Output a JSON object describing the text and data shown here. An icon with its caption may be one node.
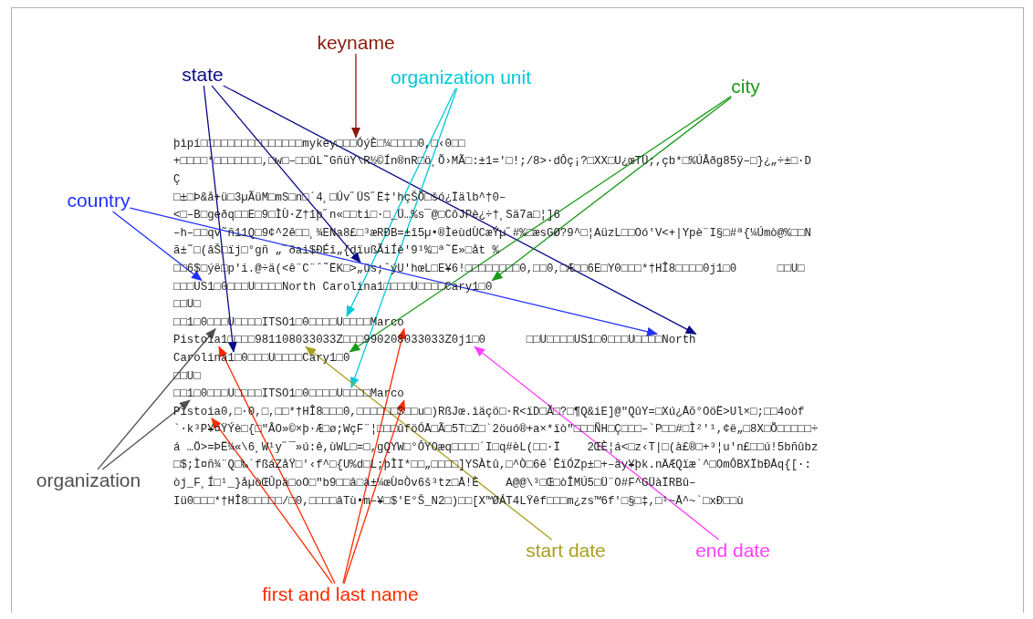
{
  "diagram": {
    "nodes": [
      {
        "text": [
          "keyname"
        ]
      },
      {
        "text": [
          "state"
        ]
      },
      {
        "text": [
          "organization unit"
        ]
      },
      {
        "text": [
          "city"
        ]
      },
      {
        "text": [
          "country"
        ]
      },
      {
        "text": [
          "organization"
        ]
      },
      {
        "text": [
          "start date"
        ]
      },
      {
        "text": [
          "end date"
        ]
      },
      {
        "text": [
          "first and last name"
        ]
      },
      {
        "text": [
          "þìpí□□□□□□□□□□□□□□□mykey□□□ÓýÈ□¼□□□□0,□‹0□□"
        ]
      },
      {
        "text": [
          "+□□□□*□□□□□□□,□w□–□□ûL˜GñüY\\R½©Ín®nR□ö¸Õ›MÃ□:±1='□!;/8>·dÔç¡?□XX□U¿œTÜ;,çb*□%ÚÂðg85ÿ–□}¿„÷±□·D"
        ]
      },
      {
        "text": [
          "Ç"
        ]
      },
      {
        "text": [
          "□±□Þ&å+ü□3µÃüM□mS□n□´4¸□Úv˝ÜS˝Ë‡'hçŠÕ□šó¿Ïälb^†0–"
        ]
      },
      {
        "text": [
          "<□–B□geðq□□E□9□ÌÙ·Z†1þ˝n«□□ti□·□_Ü…%s¯@□CôJPè¿÷†¸Sä7a□¦]6"
        ]
      },
      {
        "text": [
          "–h–□□qv˜ñ11Q□9¢^2ê□□¸¾ENa8£□³æRÐB=±î5µ•®ÌeùdÙCæÝµ˝#%□æsGØ?9^□¦AüzL□□Oó'V<+|Ypè¨I§□#ª{¼Úmò@%□□N"
        ]
      },
      {
        "text": [
          "ã±˜□(âŠ□ïj□°gñ „˝ðai$ÐÉî„{dïußÃiÍè'9¹%□ª˜Ë»□åt %"
        ]
      },
      {
        "text": [
          "□□6$□ýë□p'i.@÷ä(<ê¨C¨ˆ˜ËK□>„üs;ˆýU'hœL□E¥6!□□□□□□□□0,□□0,□Æ□□6E□Y0□□□*†HÎ8□□□□0j1□0      □□U□"
        ]
      },
      {
        "text": [
          "□□□US1□0□□□U□□□□North Carolina1□□□□U□□□□Cary1□0"
        ]
      },
      {
        "text": [
          "□□U□"
        ]
      },
      {
        "text": [
          "□□1□0□□□U□□□□ITSO1□0□□□□U□□□□Marco"
        ]
      },
      {
        "text": [
          "Pistoia1□□□□981108033033Z□□□990208033033Z0j1□0      □□U□□□□US1□0□□□U□□□□North"
        ]
      },
      {
        "text": [
          "Carolina1□0□□□U□□□□Cary1□0"
        ]
      },
      {
        "text": [
          "□□U□"
        ]
      },
      {
        "text": [
          "□□1□0□□□U□□□□ITSO1□0□□□□U□□□□Marco"
        ]
      },
      {
        "text": [
          "Pistoia0,□·0,□,□□*†HÎ8□□□0,□□□□□□S□□u□)RßJœ.ìäçö□·R<ïD□Ã□?□¶Q&iE]@\"QûY=□Xú¿Åõ°OöË>Ul×□;□□4oòf"
        ]
      },
      {
        "text": [
          "`·k³P¥¤ŸÝè□{□\"ÂO»©×þ·Æ□ø;WçF¨¦□□□ûföÓÅ□Ã□5T□Z□`2öuó®+a×*ïò\"□□□ÑH□Ç□□□–`P□□#□Ì²'¹,¢ë„□8X□Õ□□□□□÷"
        ]
      },
      {
        "text": [
          "á …Ö>=ÞË¼«\\6¸W¹y˝¯»ú:ê,ùWL□=□,gQYW□°ÔYOæq□□□□´I□q#èL(□□·Ï    2ŒÈ¦á<□z‹T|□(à£®□+³¦u'n£□□ú!5bñûbz"
        ]
      },
      {
        "text": [
          "□$;Ì¤ñ¾¨Q□‰`fßáZåŸ□'‹f^□{U%d□L;þÌI*□□„□□□□]YSÀtû,□^Ò□6ê`ÊïÓZp±□+–äy¥þk.nÄÆQïæ`^□OmÔBXÏbÐÅq{[·:"
        ]
      },
      {
        "text": [
          "òj_F¸Í□¹_}åµòŒÛpä□oO□\"b9□□â□à±¼œÙ¤Òv6š³tz□Å!È    A@@\\³□Œ□òÎMÚ5□Ü¨O#F^GÜàÏRBû–"
        ]
      },
      {
        "text": [
          "Iü0□□□*†HÎ8□□□□□/□0,□□□□âTù•m–¥□$'E°Š_N2□)□□[X™ØÁT4LŸêf□□□m¿zs™6f'□§□‡,□¹~Å^~`□xÐ□□ù"
        ]
      }
    ],
    "edges": [
      {
        "from": 0,
        "to": 9,
        "arrow": "to",
        "color": "#8b1a0a"
      },
      {
        "from": 1,
        "to": 21,
        "arrow": "to",
        "color": "#0a0a8a"
      },
      {
        "from": 1,
        "to": 16,
        "arrow": "to",
        "color": "#0a0a8a"
      },
      {
        "from": 1,
        "to": 20,
        "arrow": "to",
        "color": "#0a0a8a"
      },
      {
        "from": 2,
        "to": 19,
        "arrow": "to",
        "color": "#00c8d8"
      },
      {
        "from": 2,
        "to": 23,
        "arrow": "to",
        "color": "#00c8d8"
      },
      {
        "from": 3,
        "to": 21,
        "arrow": "to",
        "color": "#189a18"
      },
      {
        "from": 3,
        "to": 17,
        "arrow": "to",
        "color": "#189a18"
      },
      {
        "from": 4,
        "to": 17,
        "arrow": "to",
        "color": "#2030ff"
      },
      {
        "from": 4,
        "to": 20,
        "arrow": "to",
        "color": "#2030ff"
      },
      {
        "from": 5,
        "to": 19,
        "arrow": "to",
        "color": "#505050"
      },
      {
        "from": 5,
        "to": 23,
        "arrow": "to",
        "color": "#505050"
      },
      {
        "from": 6,
        "to": 20,
        "arrow": "to",
        "color": "#a8a020"
      },
      {
        "from": 7,
        "to": 20,
        "arrow": "to",
        "color": "#ff40ff"
      },
      {
        "from": 8,
        "to": 20,
        "arrow": "to",
        "color": "#ff2a00"
      },
      {
        "from": 8,
        "to": 24,
        "arrow": "to",
        "color": "#ff2a00"
      },
      {
        "from": 8,
        "to": 19,
        "arrow": "to",
        "color": "#ff2a00"
      },
      {
        "from": 8,
        "to": 23,
        "arrow": "to",
        "color": "#ff2a00"
      }
    ]
  }
}
